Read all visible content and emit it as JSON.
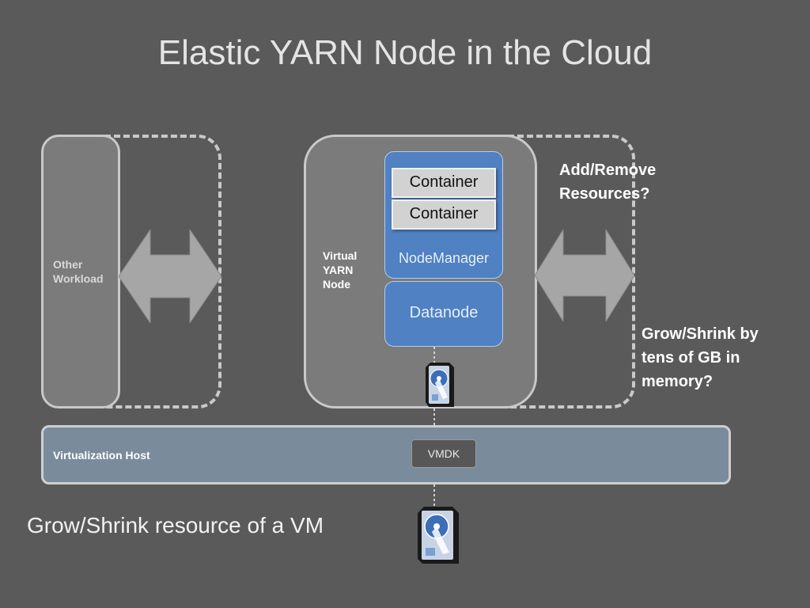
{
  "slide": {
    "title": "Elastic YARN Node in the Cloud",
    "caption": "Grow/Shrink resource of a VM"
  },
  "left_vm": {
    "label": "Other Workload"
  },
  "right_vm": {
    "label": "Virtual YARN Node",
    "containers": [
      "Container",
      "Container"
    ],
    "nodemanager": "NodeManager",
    "datanode": "Datanode"
  },
  "notes": {
    "add_remove": "Add/Remove Resources?",
    "grow_shrink": "Grow/Shrink by tens of GB in memory?"
  },
  "host": {
    "label": "Virtualization Host",
    "disk": "VMDK"
  },
  "colors": {
    "background": "#5a5a5a",
    "node_blue": "#4f81c3",
    "host_bar": "#7a8b9c",
    "arrow_gray": "#a6a6a6"
  },
  "icons": [
    "double-arrow-icon",
    "hard-disk-icon"
  ]
}
